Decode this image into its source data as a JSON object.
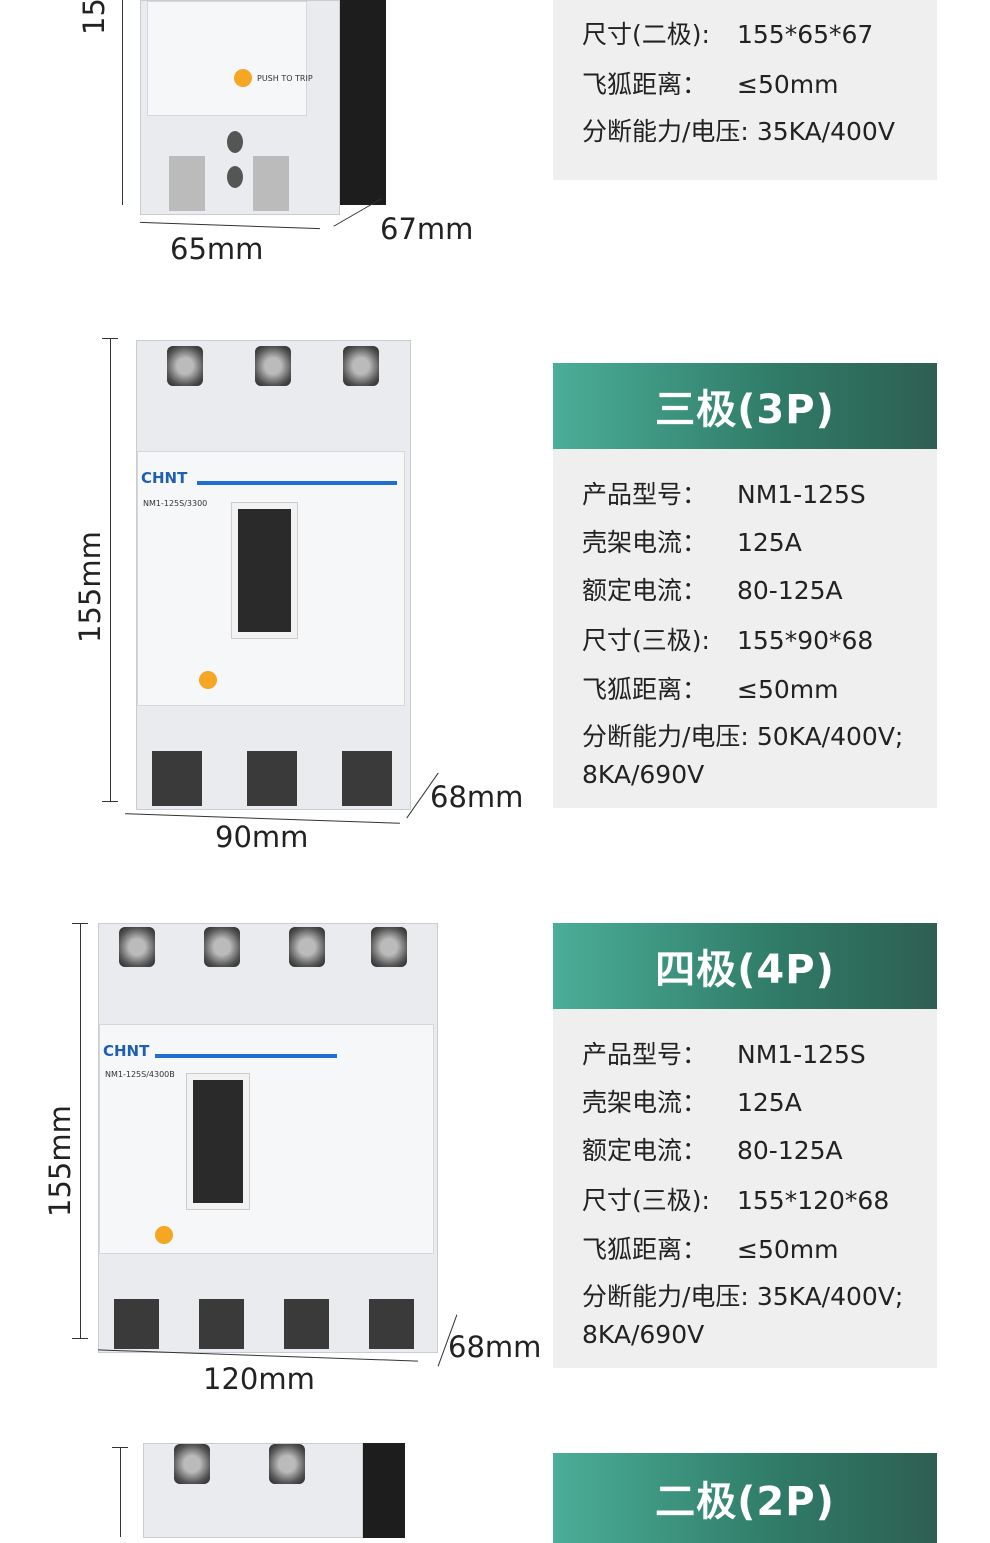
{
  "top_section": {
    "height_label_partial": "15",
    "width_label": "65mm",
    "depth_label": "67mm",
    "specs": [
      {
        "key": "尺寸(二极):",
        "value": "155*65*67"
      },
      {
        "key": "飞狐距离：",
        "value": "≤50mm"
      },
      {
        "key": "分断能力/电压:",
        "value": "35KA/400V"
      }
    ],
    "product_labels": {
      "push_to_trip": "PUSH TO TRIP"
    }
  },
  "section_3p": {
    "title": "三极(3P)",
    "height_label": "155mm",
    "width_label": "90mm",
    "depth_label": "68mm",
    "brand": "CHNT",
    "model_plate": "NM1-125S/3300",
    "specs": [
      {
        "key": "产品型号：",
        "value": "NM1-125S"
      },
      {
        "key": "壳架电流：",
        "value": "125A"
      },
      {
        "key": "额定电流：",
        "value": "80-125A"
      },
      {
        "key": "尺寸(三极):",
        "value": "155*90*68"
      },
      {
        "key": "飞狐距离：",
        "value": "≤50mm"
      },
      {
        "key": "分断能力/电压:",
        "value": "50KA/400V;"
      }
    ],
    "extra_line": "8KA/690V"
  },
  "section_4p": {
    "title": "四极(4P)",
    "height_label": "155mm",
    "width_label": "120mm",
    "depth_label": "68mm",
    "brand": "CHNT",
    "model_plate": "NM1-125S/4300B",
    "specs": [
      {
        "key": "产品型号：",
        "value": "NM1-125S"
      },
      {
        "key": "壳架电流：",
        "value": "125A"
      },
      {
        "key": "额定电流：",
        "value": "80-125A"
      },
      {
        "key": "尺寸(三极):",
        "value": "155*120*68"
      },
      {
        "key": "飞狐距离：",
        "value": "≤50mm"
      },
      {
        "key": "分断能力/电压:",
        "value": "35KA/400V;"
      }
    ],
    "extra_line": "8KA/690V"
  },
  "section_2p": {
    "title": "二极(2P)"
  }
}
